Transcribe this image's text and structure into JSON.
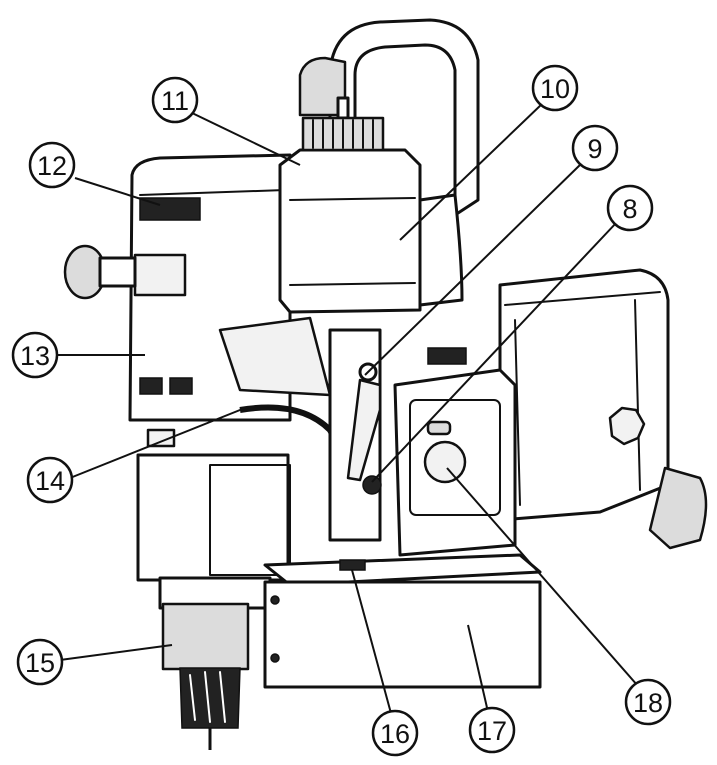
{
  "callouts": [
    {
      "id": "8",
      "label": "8"
    },
    {
      "id": "9",
      "label": "9"
    },
    {
      "id": "10",
      "label": "10"
    },
    {
      "id": "11",
      "label": "11"
    },
    {
      "id": "12",
      "label": "12"
    },
    {
      "id": "13",
      "label": "13"
    },
    {
      "id": "14",
      "label": "14"
    },
    {
      "id": "15",
      "label": "15"
    },
    {
      "id": "16",
      "label": "16"
    },
    {
      "id": "17",
      "label": "17"
    },
    {
      "id": "18",
      "label": "18"
    }
  ],
  "colors": {
    "line": "#111111",
    "background": "#ffffff",
    "shade": "#dcdcdc"
  }
}
